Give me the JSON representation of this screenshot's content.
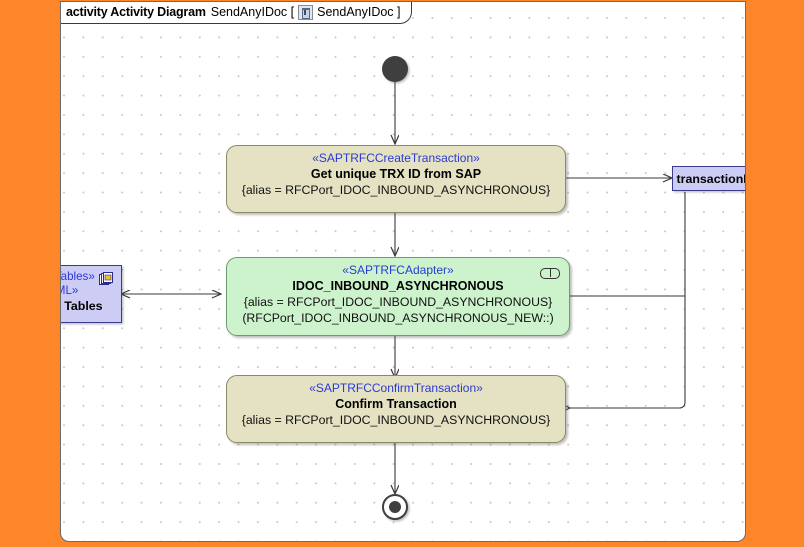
{
  "window": {
    "background_color": "#fd862b",
    "canvas_color": "#ffffff"
  },
  "frame": {
    "keyword": "activity Activity Diagram",
    "name": "SendAnyIDoc [",
    "icon": "activity-diagram-icon",
    "qualifier": "SendAnyIDoc ]"
  },
  "nodes": {
    "initial": {
      "name": "initial-node"
    },
    "final": {
      "name": "activity-final-node"
    },
    "action1": {
      "stereotype": "«SAPTRFCCreateTransaction»",
      "title": "Get unique TRX ID from SAP",
      "property1": "{alias = RFCPort_IDOC_INBOUND_ASYNCHRONOUS}",
      "fill": "#e4e2c2"
    },
    "action2": {
      "stereotype": "«SAPTRFCAdapter»",
      "title": "IDOC_INBOUND_ASYNCHRONOUS",
      "property1": "{alias = RFCPort_IDOC_INBOUND_ASYNCHRONOUS}",
      "property2": "(RFCPort_IDOC_INBOUND_ASYNCHRONOUS_NEW::)",
      "fill": "#cdf3cd",
      "marker": "call-behavior-marker"
    },
    "action3": {
      "stereotype": "«SAPTRFCConfirmTransaction»",
      "title": "Confirm Transaction",
      "property1": "{alias = RFCPort_IDOC_INBOUND_ASYNCHRONOUS}",
      "fill": "#e4e2c2"
    },
    "tables_object": {
      "stereotype1": "«SAPTables»",
      "stereotype2": "«XML»",
      "title": "tables : Tables",
      "icon": "documents-icon",
      "fill": "#ccccf5"
    },
    "transaction_object": {
      "title": "transactionID : String",
      "fill": "#ccccf5"
    }
  },
  "edges": [
    {
      "name": "edge-initial-to-action1",
      "from": "initial",
      "to": "action1"
    },
    {
      "name": "edge-action1-to-action2",
      "from": "action1",
      "to": "action2"
    },
    {
      "name": "edge-action2-to-action3",
      "from": "action2",
      "to": "action3"
    },
    {
      "name": "edge-action3-to-final",
      "from": "action3",
      "to": "final"
    },
    {
      "name": "edge-action1-to-transactionid",
      "from": "action1",
      "to": "transaction_object"
    },
    {
      "name": "edge-transactionid-to-action2",
      "from": "transaction_object",
      "to": "action2"
    },
    {
      "name": "edge-transactionid-to-action3",
      "from": "transaction_object",
      "to": "action3"
    },
    {
      "name": "edge-tables-to-action2",
      "from": "tables_object",
      "to": "action2",
      "bidirectional": true
    }
  ]
}
